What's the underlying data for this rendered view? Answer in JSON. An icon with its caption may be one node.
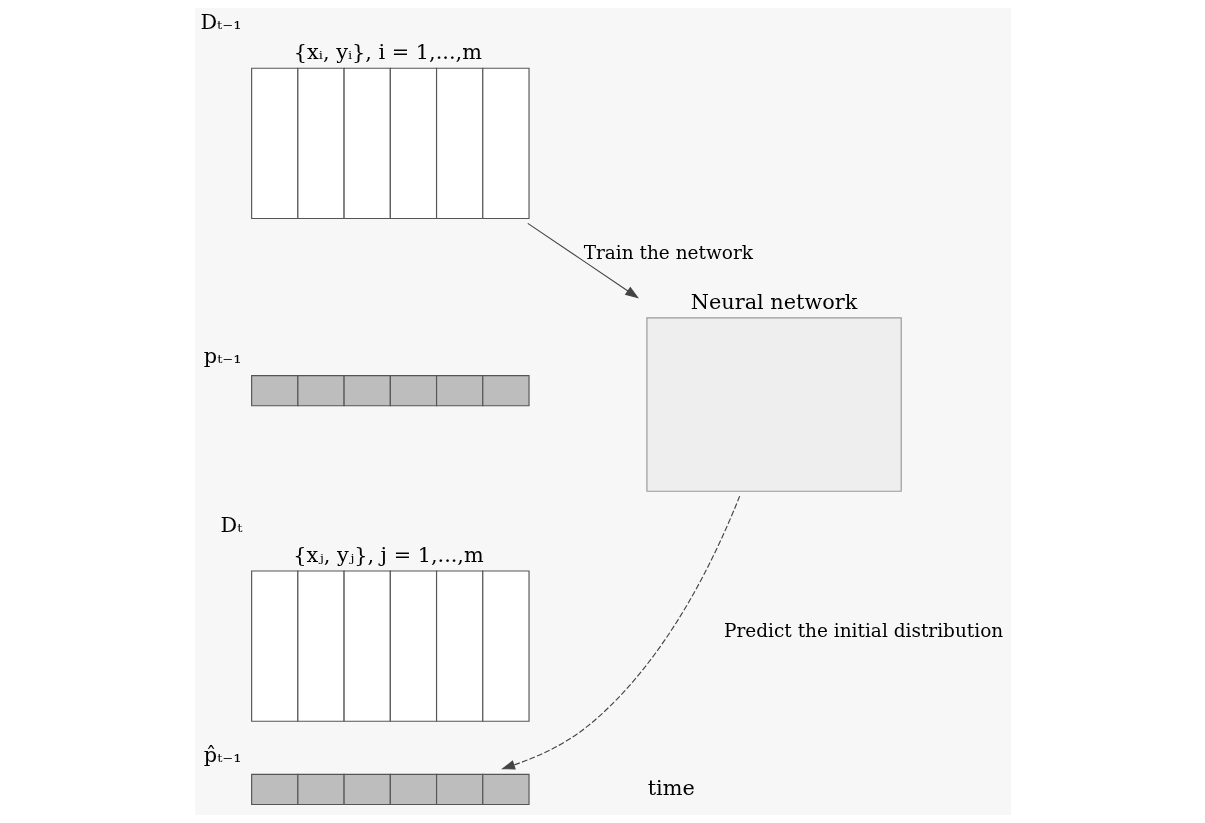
{
  "diagram": {
    "nodes": [
      {
        "text": [
          "{xᵢ, yᵢ}, i = 1,...,m"
        ],
        "beside": [
          "Dₜ₋₁"
        ]
      },
      {
        "text": [],
        "shape": "bar",
        "beside": [
          "pₜ₋₁"
        ]
      },
      {
        "text": [
          "Neural network"
        ]
      },
      {
        "text": [
          "{xⱼ, yⱼ}, j = 1,...,m"
        ],
        "beside": [
          "Dₜ"
        ]
      },
      {
        "text": [],
        "shape": "bar",
        "beside": [
          "p̂ₜ₋₁"
        ]
      }
    ],
    "edges": [
      {
        "from": 0,
        "to": 2,
        "arrow": "to",
        "label": "Train the network"
      },
      {
        "from": 2,
        "to": 4,
        "arrow": "to",
        "label": "Predict the initial distribution",
        "style": "dashed"
      }
    ],
    "labels": [
      "time"
    ]
  }
}
